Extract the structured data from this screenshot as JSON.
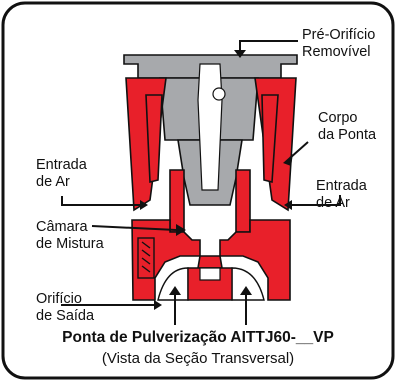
{
  "title": "Ponta de Pulverização AITTJ60-__VP",
  "subtitle": "(Vista da Seção Transversal)",
  "labels": {
    "pre_orificio": [
      "Pré-Orifício",
      "Removível"
    ],
    "corpo": [
      "Corpo",
      "da Ponta"
    ],
    "entrada_ar_left": [
      "Entrada",
      "de Ar"
    ],
    "entrada_ar_right": [
      "Entrada",
      "de Ar"
    ],
    "camara": [
      "Câmara",
      "de Mistura"
    ],
    "orificio": [
      "Orifício",
      "de Saída"
    ]
  },
  "colors": {
    "body_red": "#e8202a",
    "insert_gray": "#a7a9ac",
    "outline": "#111111",
    "frame": "#111111"
  }
}
